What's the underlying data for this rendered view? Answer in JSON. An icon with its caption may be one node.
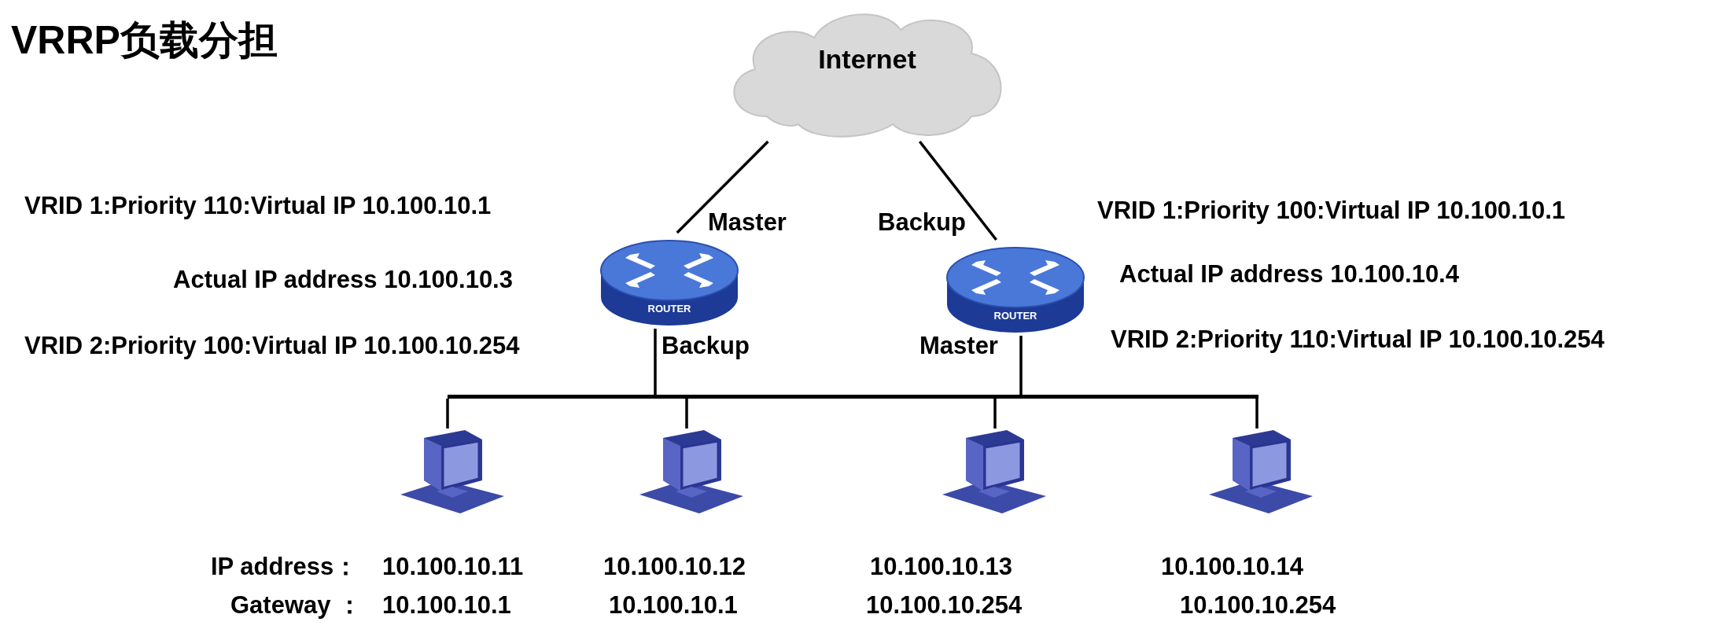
{
  "diagram": {
    "title": "VRRP负载分担",
    "nodes": [
      {
        "text": [
          "Internet"
        ]
      },
      {
        "text": [
          "ROUTER"
        ],
        "beside": [
          "VRID 1:Priority 110:Virtual IP  10.100.10.1",
          "Actual IP address 10.100.10.3",
          "VRID 2:Priority 100:Virtual IP  10.100.10.254"
        ]
      },
      {
        "text": [
          "ROUTER"
        ],
        "beside": [
          "VRID 1:Priority 100:Virtual IP  10.100.10.1",
          "Actual IP address 10.100.10.4",
          "VRID 2:Priority 110:Virtual IP  10.100.10.254"
        ]
      },
      {
        "text": [],
        "shape": "bar"
      },
      {
        "text": [],
        "shape": "computer",
        "beside": [
          "IP address：",
          "10.100.10.11",
          "Gateway ：",
          "10.100.10.1"
        ]
      },
      {
        "text": [],
        "shape": "computer",
        "beside": [
          "10.100.10.12",
          "10.100.10.1"
        ]
      },
      {
        "text": [],
        "shape": "computer",
        "beside": [
          "10.100.10.13",
          "10.100.10.254"
        ]
      },
      {
        "text": [],
        "shape": "computer",
        "beside": [
          "10.100.10.14",
          "10.100.10.254"
        ]
      }
    ],
    "edges": [
      {
        "from": 0,
        "to": 1,
        "arrow": "none",
        "label": "Master"
      },
      {
        "from": 1,
        "to": 3,
        "arrow": "none",
        "label": "Backup"
      },
      {
        "from": 0,
        "to": 2,
        "arrow": "none",
        "label": "Backup"
      },
      {
        "from": 2,
        "to": 3,
        "arrow": "none",
        "label": "Master"
      },
      {
        "from": 3,
        "to": 4,
        "arrow": "none"
      },
      {
        "from": 3,
        "to": 5,
        "arrow": "none"
      },
      {
        "from": 3,
        "to": 6,
        "arrow": "none"
      },
      {
        "from": 3,
        "to": 7,
        "arrow": "none"
      }
    ]
  }
}
